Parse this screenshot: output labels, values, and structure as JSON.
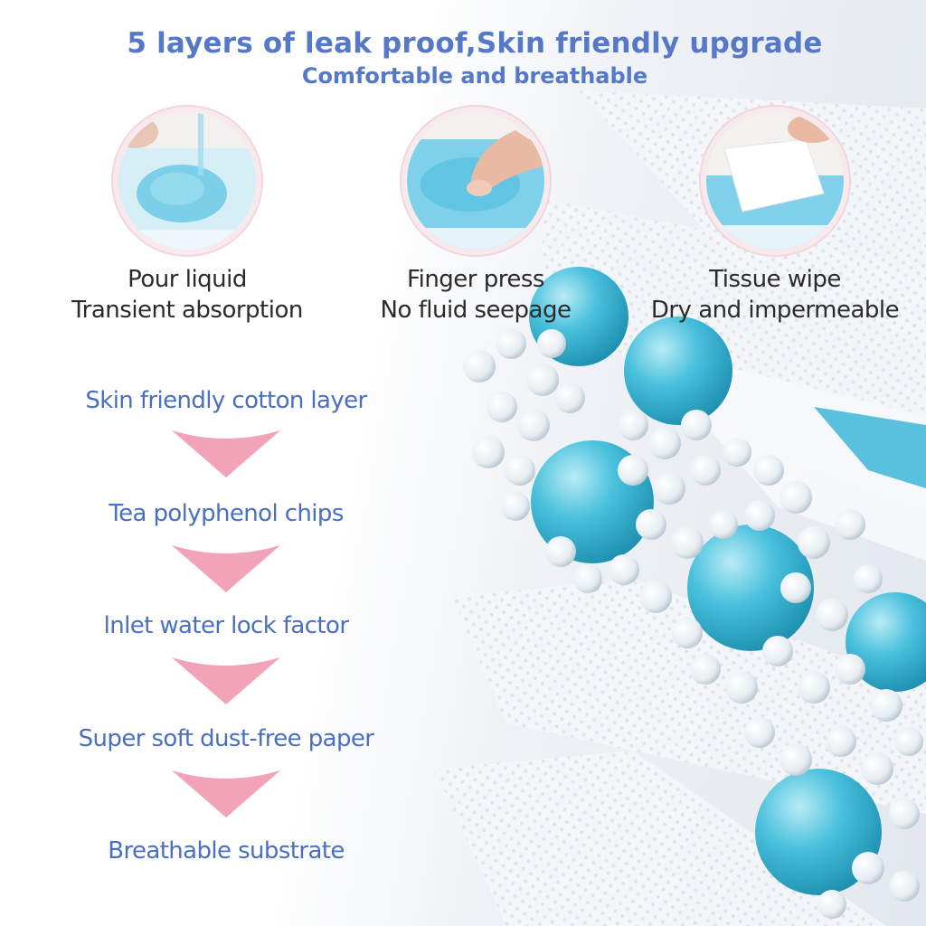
{
  "header": {
    "title": "5 layers of leak proof,Skin friendly upgrade",
    "subtitle": "Comfortable and breathable"
  },
  "demos": [
    {
      "line1": "Pour liquid",
      "line2": "Transient absorption",
      "icon": "pour-liquid-photo"
    },
    {
      "line1": "Finger press",
      "line2": "No fluid seepage",
      "icon": "finger-press-photo"
    },
    {
      "line1": "Tissue wipe",
      "line2": "Dry and impermeable",
      "icon": "tissue-wipe-photo"
    }
  ],
  "layers": [
    "Skin friendly cotton layer",
    "Tea polyphenol chips",
    "lnlet water lock factor",
    "Super soft dust-free paper",
    "Breathable substrate"
  ],
  "colors": {
    "title": "#5678c8",
    "layer_text": "#4a6fc1",
    "arrow": "#f2a3b8",
    "caption": "#2b2b2b",
    "gel_blue": "#3cb6d6"
  }
}
